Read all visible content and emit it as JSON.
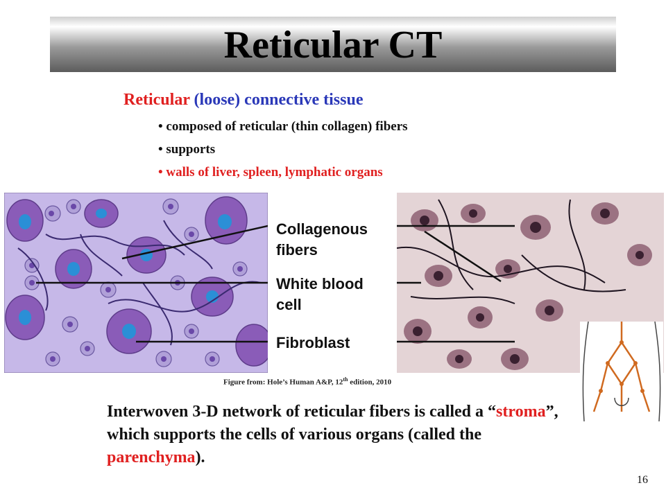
{
  "slide": {
    "title": "Reticular CT",
    "subhead": {
      "part1": "Reticular",
      "part2": " (loose) connective tissue"
    },
    "bullets": [
      "composed of reticular (thin collagen) fibers",
      "supports",
      "walls of liver, spleen, lymphatic organs"
    ],
    "figure": {
      "labels": {
        "collagenous_line1": "Collagenous",
        "collagenous_line2": "fibers",
        "wbc_line1": "White blood",
        "wbc_line2": "cell",
        "fibroblast": "Fibroblast"
      },
      "caption_pre": "Figure from: Hole’s Human A&P, 12",
      "caption_sup": "th",
      "caption_post": " edition, 2010"
    },
    "paragraph": {
      "p1": "Interwoven 3-D network of reticular fibers is called a “",
      "p2": "stroma",
      "p3": "”, which supports the cells of various organs (called the ",
      "p4": "parenchyma",
      "p5": ")."
    },
    "page_number": "16"
  },
  "colors": {
    "red_accent": "#e02020",
    "blue_accent": "#2a38b8",
    "illustration_bg": "#c6b8e8",
    "cell_purple": "#8a5cb8",
    "nucleus_blue": "#2b8fd6",
    "micrograph_bg": "#e4d4d6"
  }
}
